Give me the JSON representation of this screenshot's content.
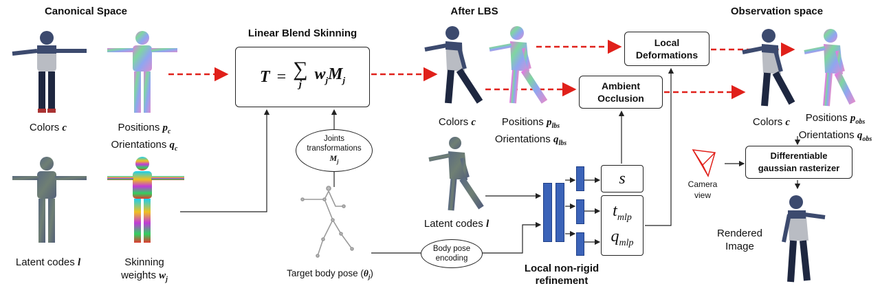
{
  "sections": {
    "canonical": "Canonical Space",
    "lbs": "Linear Blend Skinning",
    "after_lbs": "After LBS",
    "observation": "Observation space"
  },
  "canonical": {
    "colors_label": "Colors",
    "colors_sym": "c",
    "positions_label": "Positions",
    "positions_sym": "p",
    "positions_sub": "c",
    "orientations_label": "Orientations",
    "orientations_sym": "q",
    "orientations_sub": "c",
    "latent_label": "Latent codes",
    "latent_sym": "l",
    "skinning_label": "Skinning",
    "weights_label": "weights",
    "weights_sym": "w",
    "weights_sub": "j"
  },
  "lbs_formula": {
    "lhs": "T",
    "eq": "=",
    "sum": "∑",
    "sum_index": "j",
    "term": "w",
    "term_sub": "j",
    "term2": "M",
    "term2_sub": "j"
  },
  "joints": {
    "line1": "Joints",
    "line2": "transformations",
    "sym": "M",
    "sub": "j"
  },
  "target_pose": {
    "label": "Target body pose (",
    "sym": "θ",
    "sub": "j",
    "close": ")"
  },
  "pose_encoding": {
    "line1": "Body pose",
    "line2": "encoding"
  },
  "after_lbs": {
    "colors_label": "Colors",
    "colors_sym": "c",
    "positions_label": "Positions",
    "positions_sym": "p",
    "positions_sub": "lbs",
    "orientations_label": "Orientations",
    "orientations_sym": "q",
    "orientations_sub": "lbs",
    "latent_label": "Latent codes",
    "latent_sym": "l"
  },
  "refinement": {
    "line1": "Local non-rigid",
    "line2": "refinement",
    "s": "s",
    "t": "t",
    "t_sub": "mlp",
    "q": "q",
    "q_sub": "mlp"
  },
  "boxes": {
    "local_def_1": "Local",
    "local_def_2": "Deformations",
    "ambient_1": "Ambient",
    "ambient_2": "Occlusion",
    "raster_1": "Differentiable",
    "raster_2": "gaussian rasterizer"
  },
  "observation": {
    "colors_label": "Colors",
    "colors_sym": "c",
    "positions_label": "Positions",
    "positions_sym": "p",
    "positions_sub": "obs",
    "orientations_label": "Orientations",
    "orientations_sym": "q",
    "orientations_sub": "obs",
    "camera_1": "Camera",
    "camera_2": "view",
    "rendered_1": "Rendered",
    "rendered_2": "Image"
  },
  "colors": {
    "dashed_arrow": "#e0201a",
    "mlp_bar": "#3b63b8",
    "camera": "#e0201a"
  }
}
